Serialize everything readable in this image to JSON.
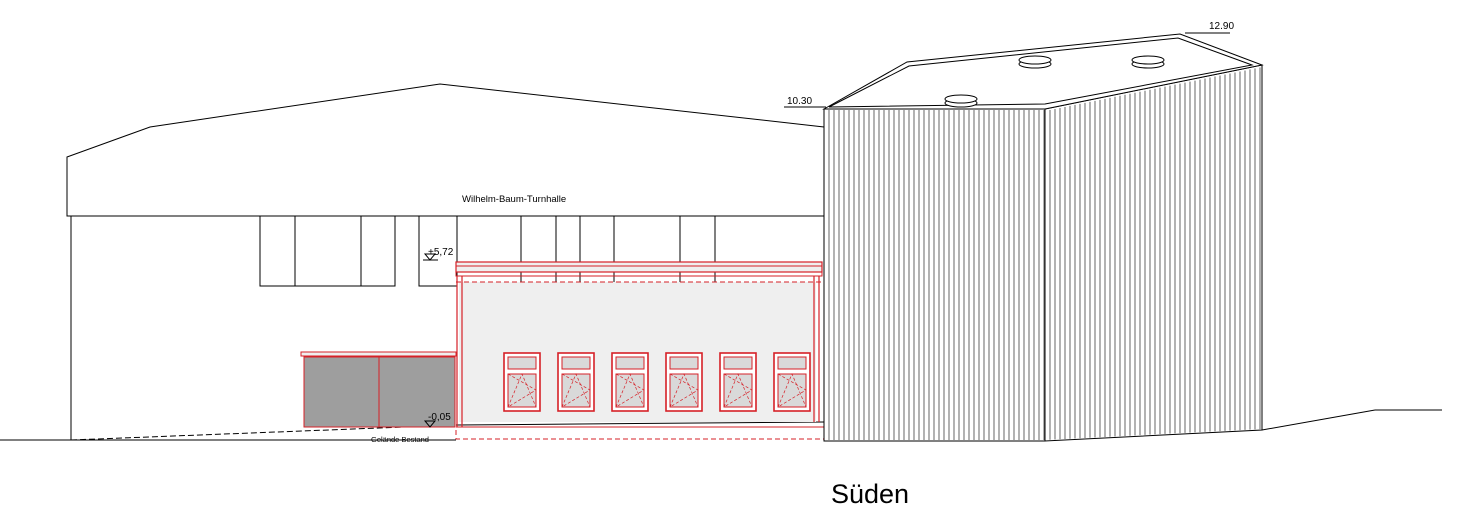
{
  "labels": {
    "hall_name": "Wilhelm-Baum-Turnhalle",
    "level_top_left": "10.30",
    "level_top_right": "12.90",
    "level_upper": "+5,72",
    "level_lower": "-0,05",
    "ground_existing": "Gelände Bestand",
    "view_title": "Süden"
  },
  "colors": {
    "line": "#000000",
    "new_work": "#d62027",
    "infill": "#efefef",
    "door_fill": "#9e9e9e",
    "glass": "#d9d9d9"
  }
}
